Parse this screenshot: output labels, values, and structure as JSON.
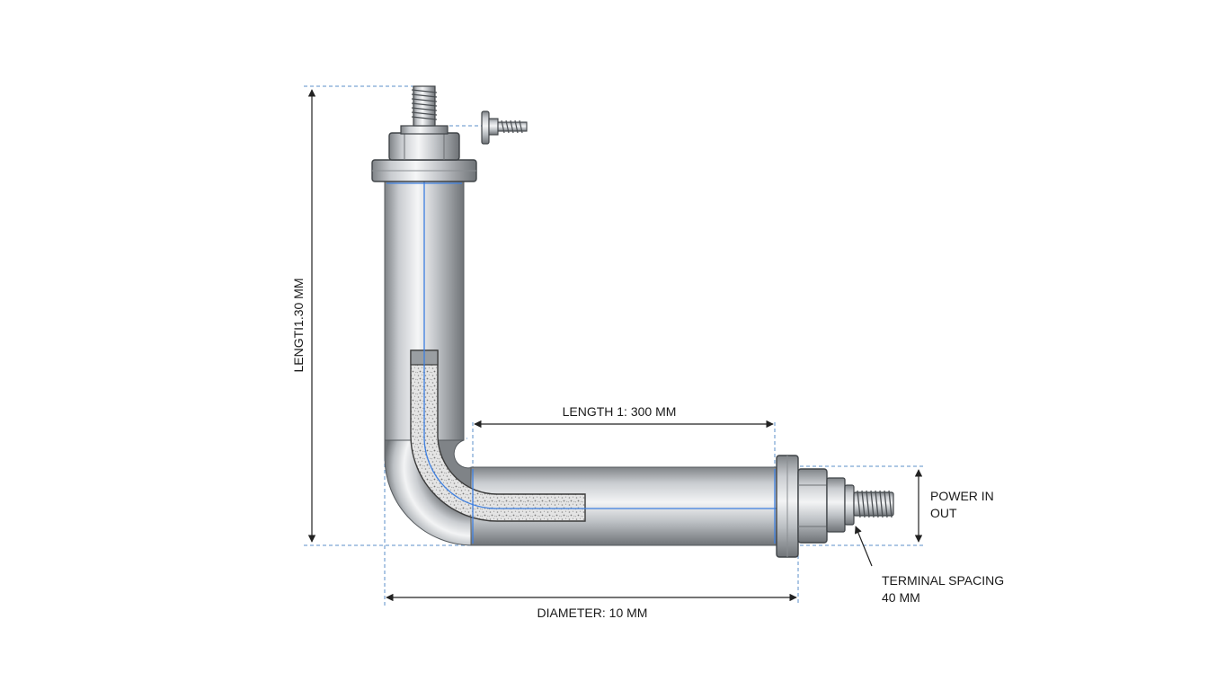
{
  "labels": {
    "length_vertical": "LENGTI1.30 MM",
    "length_horizontal": "LENGTH 1: 300 MM",
    "diameter": "DIAMETER: 10 MM",
    "power_line1": "POWER IN",
    "power_line2": "OUT",
    "spacing_line1": "TERMINAL SPACING",
    "spacing_line2": "40 MM"
  },
  "colors": {
    "dimension_line": "#222222",
    "guide_dashed": "#5b8fc9",
    "center_line": "#3d7fe0",
    "tube_metal": "#b9bcc0",
    "insulation_fill": "#d9d9d9"
  }
}
